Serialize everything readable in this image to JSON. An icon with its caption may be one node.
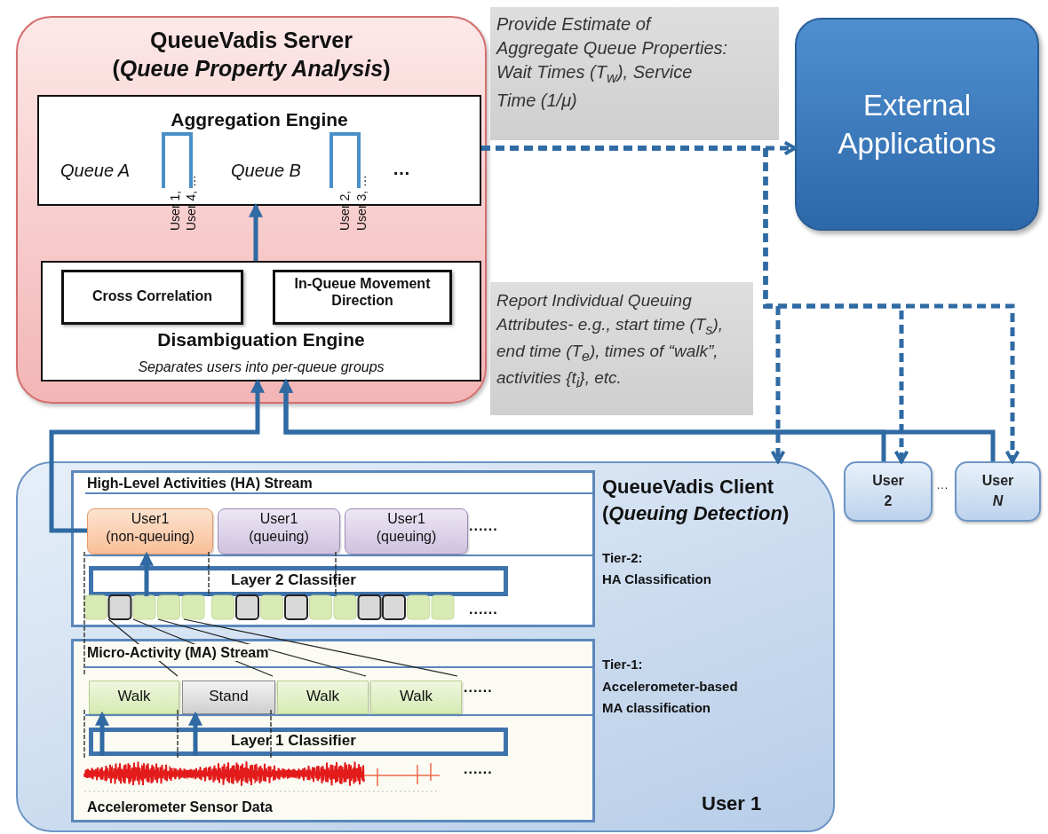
{
  "diagram": {
    "nodes": [
      {
        "text": [
          "QueueVadis Server",
          "(*Queue Property Analysis*)"
        ]
      },
      {
        "text": [
          "Aggregation Engine",
          "Queue A",
          "User 1,",
          "User 4, …",
          "Queue B",
          "User 2,",
          "User 3, …",
          "…"
        ],
        "in": 0
      },
      {
        "text": [
          "Disambiguation Engine",
          "Separates users into per-queue groups"
        ],
        "in": 0
      },
      {
        "text": [
          "Cross Correlation"
        ],
        "in": 2
      },
      {
        "text": [
          "In-Queue Movement Direction"
        ],
        "in": 2
      },
      {
        "text": [
          "Provide Estimate of Aggregate Queue Properties: Wait Times (T$_{w}$), Service Time (1/μ)"
        ]
      },
      {
        "text": [
          "External Applications"
        ]
      },
      {
        "text": [
          "Report Individual Queuing Attributes- e.g., start time (T$_{s}$), end time (T$_{e}$),  times of “walk”, activities {t$_{i}$}, etc."
        ]
      },
      {
        "text": [
          "QueueVadis Client",
          "(*Queuing Detection*)",
          "Tier-2:",
          "HA Classification",
          "Tier-1:",
          "Accelerometer-based MA classification",
          "User 1"
        ]
      },
      {
        "text": [
          "High-Level Activities (HA)  Stream"
        ],
        "in": 8
      },
      {
        "text": [
          "User1",
          "(non-queuing)"
        ],
        "in": 9
      },
      {
        "text": [
          "User1",
          "(queuing)"
        ],
        "in": 9
      },
      {
        "text": [
          "User1",
          "(queuing)"
        ],
        "in": 9
      },
      {
        "text": [
          "Layer 2 Classifier"
        ],
        "in": 9
      },
      {
        "text": [
          "Micro-Activity (MA) Stream",
          "Accelerometer Sensor Data"
        ],
        "in": 8
      },
      {
        "text": [
          "Walk"
        ],
        "in": 14
      },
      {
        "text": [
          "Stand"
        ],
        "in": 14
      },
      {
        "text": [
          "Walk"
        ],
        "in": 14
      },
      {
        "text": [
          "Walk"
        ],
        "in": 14
      },
      {
        "text": [
          "Layer 1 Classifier"
        ],
        "in": 14
      },
      {
        "text": [
          "User 2"
        ]
      },
      {
        "text": [
          "User *N*"
        ]
      }
    ],
    "edges": [
      {
        "from": 2,
        "to": 1,
        "arrow": "to"
      },
      {
        "from": 1,
        "to": 6,
        "arrow": "to",
        "style": "dashed"
      },
      {
        "from": 1,
        "to": 8,
        "arrow": "to",
        "style": "dashed"
      },
      {
        "from": 1,
        "to": 20,
        "arrow": "to",
        "style": "dashed"
      },
      {
        "from": 1,
        "to": 21,
        "arrow": "to",
        "style": "dashed"
      },
      {
        "from": 10,
        "to": 2,
        "arrow": "to"
      },
      {
        "from": 20,
        "to": 2,
        "arrow": "to"
      },
      {
        "from": 21,
        "to": 2,
        "arrow": "to"
      },
      {
        "from": 13,
        "to": 10,
        "arrow": "to"
      },
      {
        "from": 19,
        "to": 15,
        "arrow": "to"
      },
      {
        "from": 19,
        "to": 16,
        "arrow": "to"
      }
    ],
    "labels": [
      "......",
      "......",
      "......",
      "......",
      "..."
    ]
  }
}
